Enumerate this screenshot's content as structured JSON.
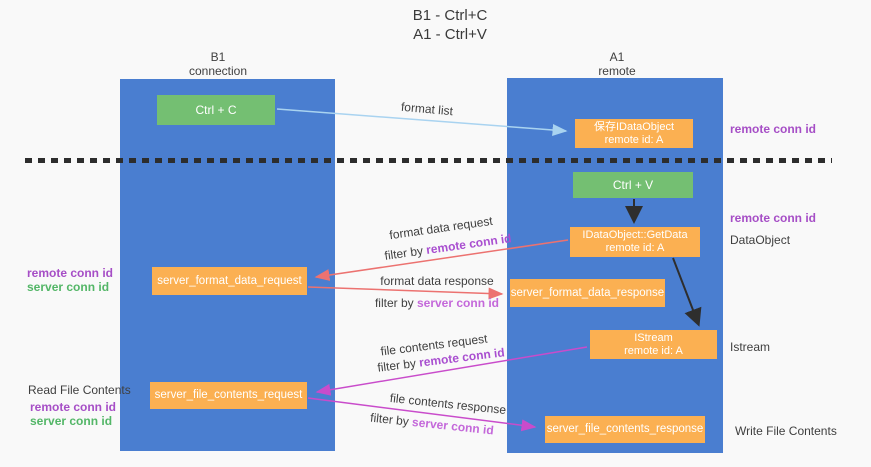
{
  "title": {
    "line1": "B1 - Ctrl+C",
    "line2": "A1 - Ctrl+V"
  },
  "lanes": {
    "left": {
      "title": "B1",
      "subtitle": "connection"
    },
    "right": {
      "title": "A1",
      "subtitle": "remote"
    }
  },
  "nodes": {
    "ctrl_c": {
      "label": "Ctrl + C"
    },
    "keep_dataobject": {
      "line1": "保存IDataObject",
      "line2": "remote id: A"
    },
    "ctrl_v": {
      "label": "Ctrl + V"
    },
    "getdata": {
      "line1": "IDataObject::GetData",
      "line2": "remote id: A"
    },
    "format_request": {
      "label": "server_format_data_request"
    },
    "format_response": {
      "label": "server_format_data_response"
    },
    "istream": {
      "line1": "IStream",
      "line2": "remote id: A"
    },
    "file_request": {
      "label": "server_file_contents_request"
    },
    "file_response": {
      "label": "server_file_contents_response"
    }
  },
  "edges": {
    "format_list": {
      "label": "format list"
    },
    "format_data_request": {
      "label": "format data request",
      "filter_prefix": "filter by ",
      "filter_key": "remote conn id"
    },
    "format_data_response": {
      "label": "format data response",
      "filter_prefix": "filter by ",
      "filter_key": "server conn id"
    },
    "file_contents_request": {
      "label": "file contents request",
      "filter_prefix": "filter by ",
      "filter_key": "remote conn id"
    },
    "file_contents_response": {
      "label": "file contents response",
      "filter_prefix": "filter by ",
      "filter_key": "server conn id"
    }
  },
  "side_labels": {
    "right_remote_conn_top": "remote conn id",
    "right_remote_conn_mid": "remote conn id",
    "right_dataobject": "DataObject",
    "right_istream": "Istream",
    "right_write_file": "Write File Contents",
    "left_remote_conn_1": "remote conn id",
    "left_server_conn_1": "server conn id",
    "left_read_file": "Read File Contents",
    "left_remote_conn_2": "remote conn id",
    "left_server_conn_2": "server conn id"
  },
  "colors": {
    "lane_blue": "#4a7ed0",
    "node_orange": "#fbb052",
    "node_green": "#74bf72",
    "arrow_red": "#ec7270",
    "arrow_magenta": "#c94ccb",
    "arrow_light_blue": "#a9d3f0",
    "arrow_black": "#2e2e2e",
    "label_purple": "#a64ec6",
    "label_green": "#53b667"
  }
}
